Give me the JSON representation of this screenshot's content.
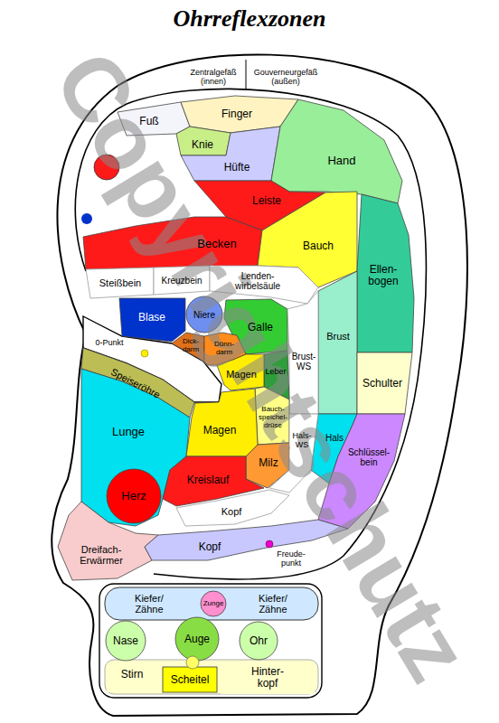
{
  "diagram": {
    "title": "Ohrreflexzonen",
    "nodes": [
      {
        "text": [
          "Fuß"
        ]
      },
      {
        "text": [
          "Finger"
        ]
      },
      {
        "text": [
          "Knie"
        ]
      },
      {
        "text": [
          "Hüfte"
        ]
      },
      {
        "text": [
          "Hand"
        ]
      },
      {
        "text": [
          "Leiste"
        ]
      },
      {
        "text": [
          "Becken"
        ]
      },
      {
        "text": [
          "Bauch"
        ]
      },
      {
        "text": [
          "Ellen- bogen"
        ]
      },
      {
        "text": [
          "Steißbein"
        ]
      },
      {
        "text": [
          "Kreuzbein"
        ]
      },
      {
        "text": [
          "Lenden- wirbelsäule"
        ]
      },
      {
        "text": [
          "Blase"
        ]
      },
      {
        "text": [
          "Niere"
        ]
      },
      {
        "text": [
          "Galle"
        ]
      },
      {
        "text": [
          "Brust"
        ]
      },
      {
        "text": [
          "Dick- darm"
        ]
      },
      {
        "text": [
          "Dünn- darm"
        ]
      },
      {
        "text": [
          "Brust- WS"
        ]
      },
      {
        "text": [
          "Leber"
        ]
      },
      {
        "text": [
          "Magen"
        ]
      },
      {
        "text": [
          "Speiseröhre"
        ]
      },
      {
        "text": [
          "Schulter"
        ]
      },
      {
        "text": [
          "Lunge"
        ]
      },
      {
        "text": [
          "Bauch- speichel- drüse"
        ]
      },
      {
        "text": [
          "Magen"
        ]
      },
      {
        "text": [
          "Hals"
        ]
      },
      {
        "text": [
          "Schlüssel- bein"
        ]
      },
      {
        "text": [
          "Milz"
        ]
      },
      {
        "text": [
          "Herz"
        ]
      },
      {
        "text": [
          "Kreislauf"
        ]
      },
      {
        "text": [
          "Hals- WS"
        ]
      },
      {
        "text": [
          "Kopf"
        ]
      },
      {
        "text": [
          "Dreifach- Erwärmer"
        ]
      },
      {
        "text": [
          "Kopf"
        ]
      },
      {
        "text": [
          "Kiefer/ Zähne"
        ]
      },
      {
        "text": [
          "Zunge"
        ]
      },
      {
        "text": [
          "Kiefer/ Zähne"
        ]
      },
      {
        "text": [
          "Nase"
        ]
      },
      {
        "text": [
          "Auge"
        ]
      },
      {
        "text": [
          "Ohr"
        ]
      },
      {
        "text": [
          "Stirn"
        ]
      },
      {
        "text": [
          "Scheitel"
        ]
      },
      {
        "text": [
          "Hinter- kopf"
        ]
      }
    ],
    "labels": [
      "Zentralgefäß (innen)",
      "Gouverneurgefäß (außen)",
      "0-Punkt",
      "Freude- punkt",
      "Copyrightschutz"
    ]
  }
}
